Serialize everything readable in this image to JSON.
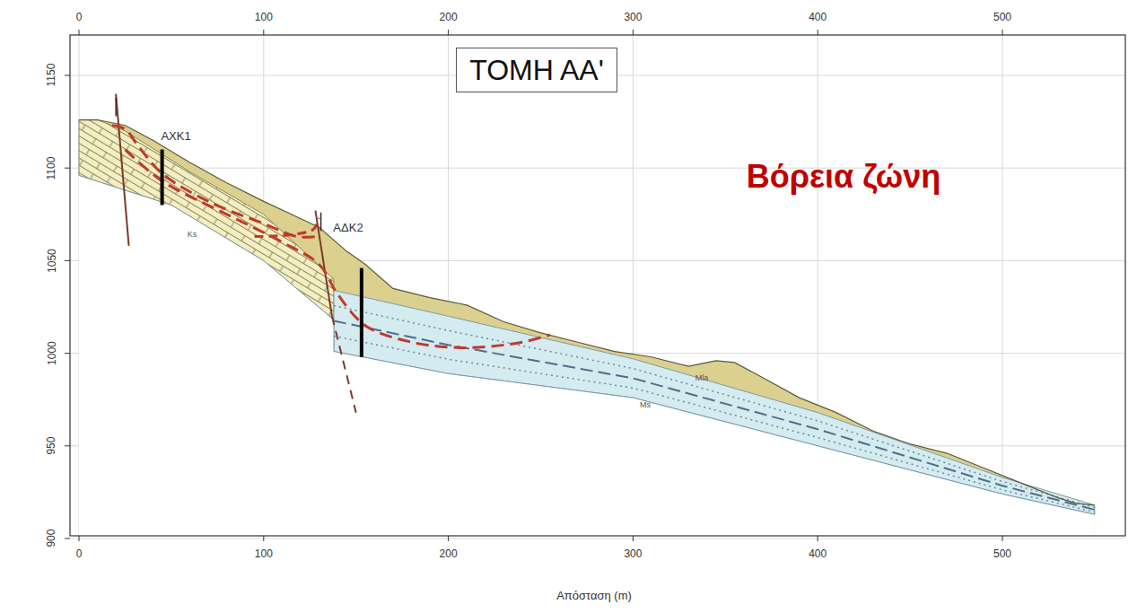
{
  "diagram": {
    "nodes": [
      {
        "text": [
          "ΤΟΜΗ ΑΑ'"
        ]
      }
    ],
    "labels": [
      "0",
      "100",
      "200",
      "300",
      "400",
      "500",
      "1150",
      "1100",
      "1050",
      "1000",
      "950",
      "900",
      "0",
      "100",
      "200",
      "300",
      "400",
      "500",
      "Απόσταση (m)",
      "ΑΧΚ1",
      "ΑΔΚ2",
      "Βόρεια ζώνη",
      "Ks",
      "Mla",
      "Ms"
    ]
  }
}
